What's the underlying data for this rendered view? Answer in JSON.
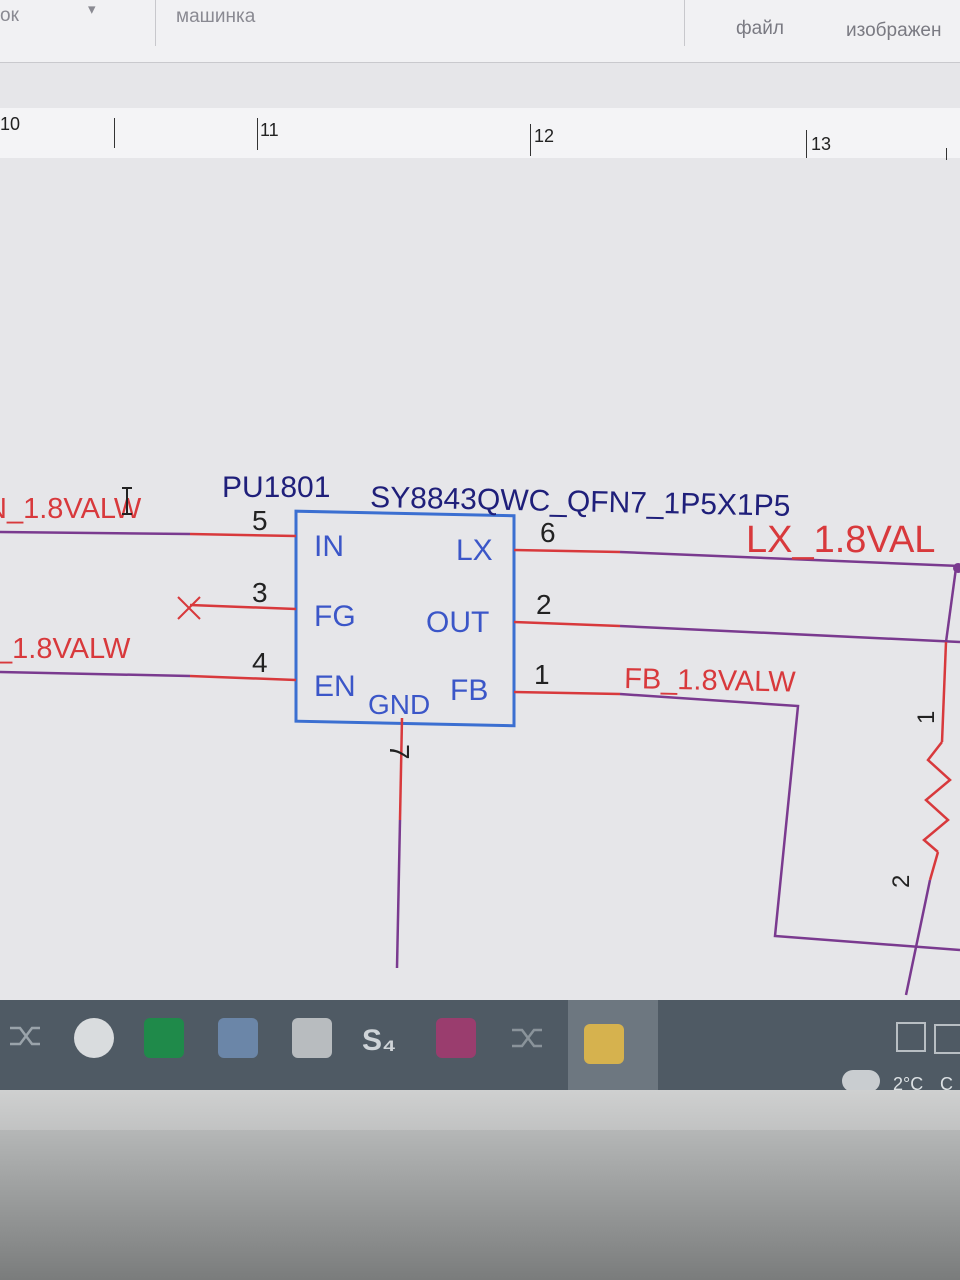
{
  "toolbar": {
    "left_partial": "ок",
    "dropdown_arrow": "▾",
    "machine_label": "машинка",
    "file_label": "файл",
    "images_label": "изображен"
  },
  "ruler": {
    "marks": [
      "10",
      "11",
      "12",
      "13"
    ]
  },
  "component": {
    "refdes": "PU1801",
    "part": "SY8843QWC_QFN7_1P5X1P5",
    "pins": [
      {
        "num": "5",
        "name": "IN"
      },
      {
        "num": "3",
        "name": "FG"
      },
      {
        "num": "4",
        "name": "EN"
      },
      {
        "num": "6",
        "name": "LX"
      },
      {
        "num": "2",
        "name": "OUT"
      },
      {
        "num": "1",
        "name": "FB"
      },
      {
        "num": "7",
        "name": "GND"
      }
    ]
  },
  "nets": {
    "in": "N_1.8VALW",
    "en": "_1.8VALW",
    "lx": "LX_1.8VAL",
    "fb": "FB_1.8VALW"
  },
  "resistor": {
    "pin_top": "1",
    "pin_bottom": "2"
  },
  "taskbar": {
    "s4_label": "S₄",
    "temperature": "2°C",
    "weather_partial": "C"
  },
  "colors": {
    "net_red": "#d8393c",
    "wire_purple": "#7a3a8f",
    "symbol_blue": "#3b6fd1",
    "pin_text": "#1f1f7a"
  }
}
